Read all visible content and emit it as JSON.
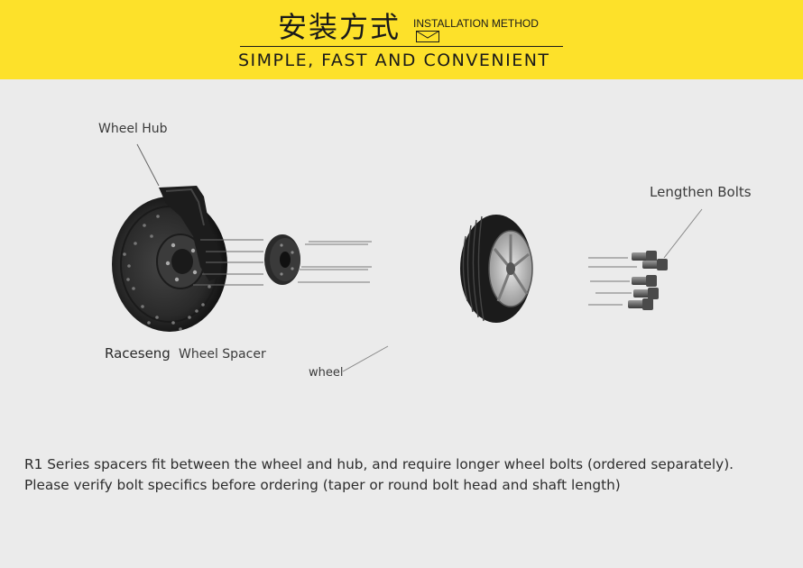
{
  "header": {
    "title_cn": "安装方式",
    "title_en": "INSTALLATION METHOD",
    "subtitle": "SIMPLE, FAST AND CONVENIENT",
    "bg_color": "#fde12a"
  },
  "diagram": {
    "labels": {
      "hub": "Wheel Hub",
      "bolts": "Lengthen Bolts",
      "brand": "Raceseng",
      "spacer": "Wheel Spacer",
      "wheel": "wheel"
    }
  },
  "description": {
    "line1": "R1 Series spacers fit between the wheel and hub, and require longer wheel bolts (ordered separately).",
    "line2": "Please verify bolt specifics before ordering (taper or round bolt head and shaft length)"
  },
  "icons": {
    "envelope": "envelope-icon"
  }
}
